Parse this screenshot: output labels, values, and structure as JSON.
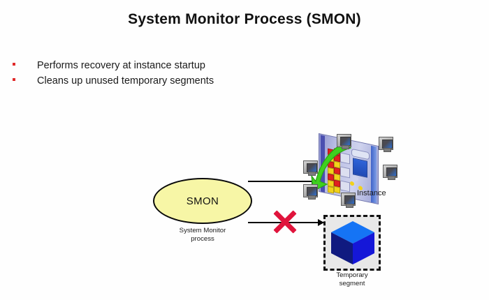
{
  "slide": {
    "title": "System Monitor Process (SMON)",
    "background_color": "#fefefe"
  },
  "bullets": [
    {
      "text": "Performs recovery at instance startup",
      "marker_color": "#e02a2a"
    },
    {
      "text": "Cleans up unused temporary segments",
      "marker_color": "#e02a2a"
    }
  ],
  "diagram": {
    "process_node": {
      "label": "SMON",
      "caption_line1": "System Monitor",
      "caption_line2": "process",
      "fill_color": "#f7f6a6",
      "border_color": "#0a0a0a"
    },
    "instance_node": {
      "label": "Instance",
      "icon": "instance-server-icon"
    },
    "temp_segment_node": {
      "caption_line1": "Temporary",
      "caption_line2": "segment",
      "icon": "blue-cube-icon",
      "cube_top_color": "#1574f5",
      "cube_left_color": "#101a80",
      "cube_right_color": "#1517d8",
      "selection_box_fill": "#e8e8e8",
      "selection_box_border": "#121212"
    },
    "connectors": [
      {
        "name": "smon-to-instance",
        "blocked": false
      },
      {
        "name": "smon-to-temp-segment",
        "blocked": true,
        "block_marker": "red-x",
        "block_color": "#e0143c"
      }
    ]
  }
}
